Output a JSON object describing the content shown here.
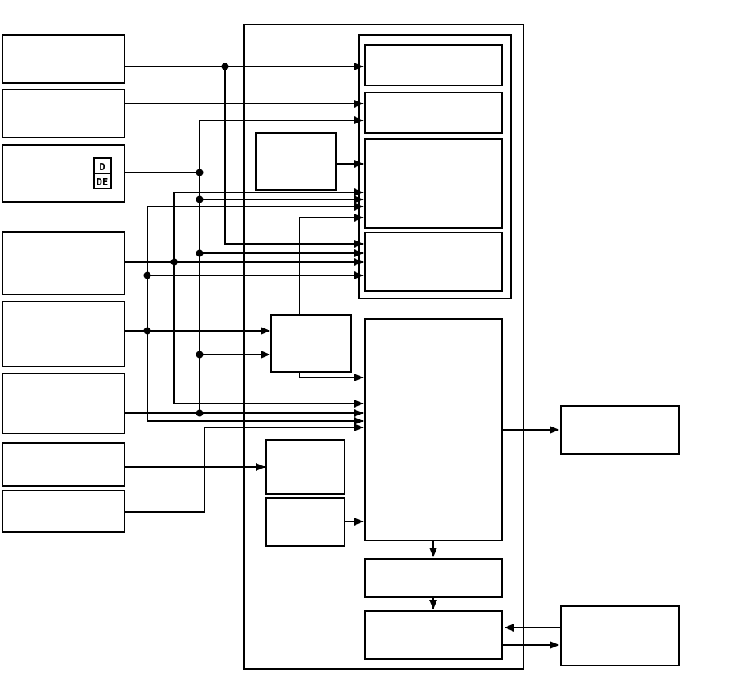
{
  "page": {
    "background_color": "#ffffff",
    "line_color": "#000000"
  },
  "diagram": {
    "description": "Unlabeled block diagram: eight input blocks on the left feed, via junction trunks, a large bordered module containing a four-row register stack, auxiliary blocks and a large central block; outputs go to two blocks on the right and a two-stage bottom chain.",
    "fraction_label": {
      "top": "D",
      "bottom": "DE"
    }
  }
}
